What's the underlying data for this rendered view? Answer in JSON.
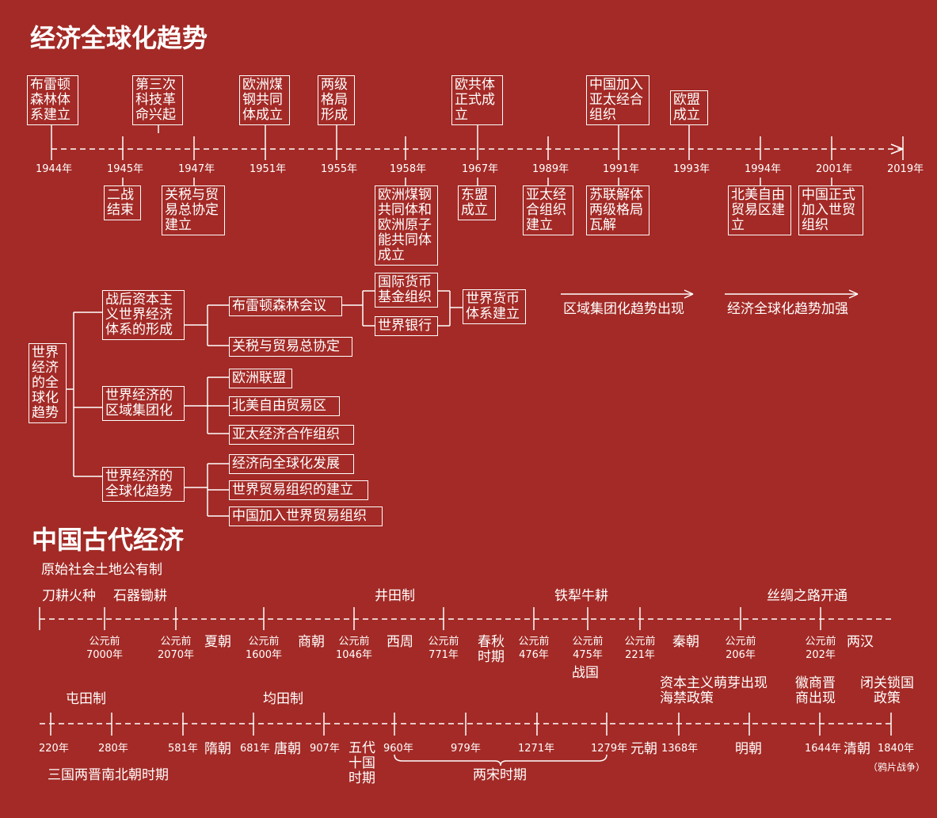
{
  "s1": {
    "title": "经济全球化趋势",
    "years": [
      "1944年",
      "1945年",
      "1947年",
      "1951年",
      "1955年",
      "1958年",
      "1967年",
      "1989年",
      "1991年",
      "1993年",
      "1994年",
      "2001年",
      "2019年"
    ],
    "top_events": [
      "布雷顿\n森林体\n系建立",
      "第三次\n科技革\n命兴起",
      "欧洲煤\n钢共同\n体成立",
      "两级\n格局\n形成",
      "欧共体\n正式成\n立",
      "中国加入\n亚太经合\n组织",
      "欧盟\n成立"
    ],
    "bottom_events": [
      "二战\n结束",
      "关税与贸\n易总协定\n建立",
      "欧洲煤钢\n共同体和\n欧洲原子\n能共同体\n成立",
      "东盟\n成立",
      "亚太经\n合组织\n建立",
      "苏联解体\n两级格局\n瓦解",
      "北美自由\n贸易区建\n立",
      "中国正式\n加入世贸\n组织"
    ]
  },
  "tree": {
    "root": "世界\n经济\n的全\n球化\n趋势",
    "b1": "战后资本主\n义世界经济\n体系的形成",
    "b1_items": [
      "布雷顿森林会议",
      "关税与贸易总协定"
    ],
    "imf": "国际货币\n基金组织",
    "wb": "世界银行",
    "monetary": "世界货币\n体系建立",
    "b2": "世界经济的\n区域集团化",
    "b2_items": [
      "欧洲联盟",
      "北美自由贸易区",
      "亚太经济合作组织"
    ],
    "b3": "世界经济的\n全球化趋势",
    "b3_items": [
      "经济向全球化发展",
      "世界贸易组织的建立",
      "中国加入世界贸易组织"
    ],
    "arrow1": "区域集团化趋势出现",
    "arrow2": "经济全球化趋势加强"
  },
  "s2": {
    "title": "中国古代经济",
    "land_note": "原始社会土地公有制",
    "above1": [
      "刀耕火种",
      "石器锄耕",
      "井田制",
      "铁犁牛耕",
      "丝绸之路开通"
    ],
    "years1": [
      "公元前\n7000年",
      "公元前\n2070年",
      "公元前\n1600年",
      "公元前\n1046年",
      "公元前\n771年",
      "公元前\n476年",
      "公元前\n475年",
      "公元前\n221年",
      "公元前\n206年",
      "公元前\n202年"
    ],
    "periods1": [
      "夏朝",
      "商朝",
      "西周",
      "春秋\n时期",
      "战国",
      "秦朝",
      "两汉"
    ],
    "above2": [
      "屯田制",
      "均田制",
      "资本主义萌芽出现\n海禁政策",
      "徽商晋\n商出现",
      "闭关锁国\n政策"
    ],
    "years2": [
      "220年",
      "280年",
      "581年",
      "681年",
      "907年",
      "960年",
      "979年",
      "1271年",
      "1279年",
      "1368年",
      "1644年",
      "1840年"
    ],
    "periods2": [
      "隋朝",
      "唐朝",
      "五代\n十国\n时期",
      "元朝",
      "明朝",
      "清朝",
      "两宋时期",
      "三国两晋南北朝时期"
    ],
    "opium": "（鸦片战争）"
  }
}
